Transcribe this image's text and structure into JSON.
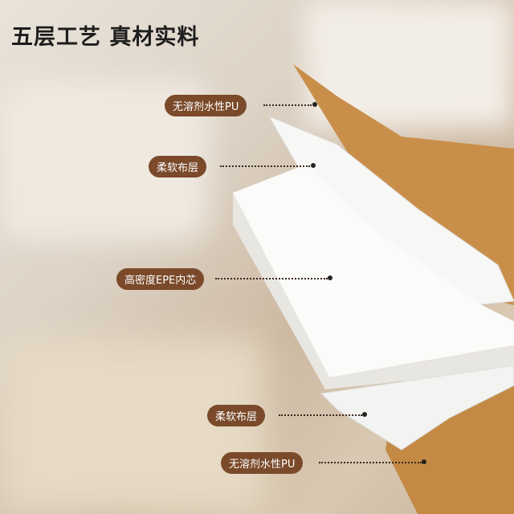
{
  "headline": "五层工艺 真材实料",
  "labels": [
    {
      "text": "无溶剂水性PU"
    },
    {
      "text": "柔软布层"
    },
    {
      "text": "高密度EPE内芯"
    },
    {
      "text": "柔软布层"
    },
    {
      "text": "无溶剂水性PU"
    }
  ],
  "colors": {
    "pu_layer": "#c98f4a",
    "label_bg": "#7a4a2a",
    "foam": "#f5f4f1"
  }
}
